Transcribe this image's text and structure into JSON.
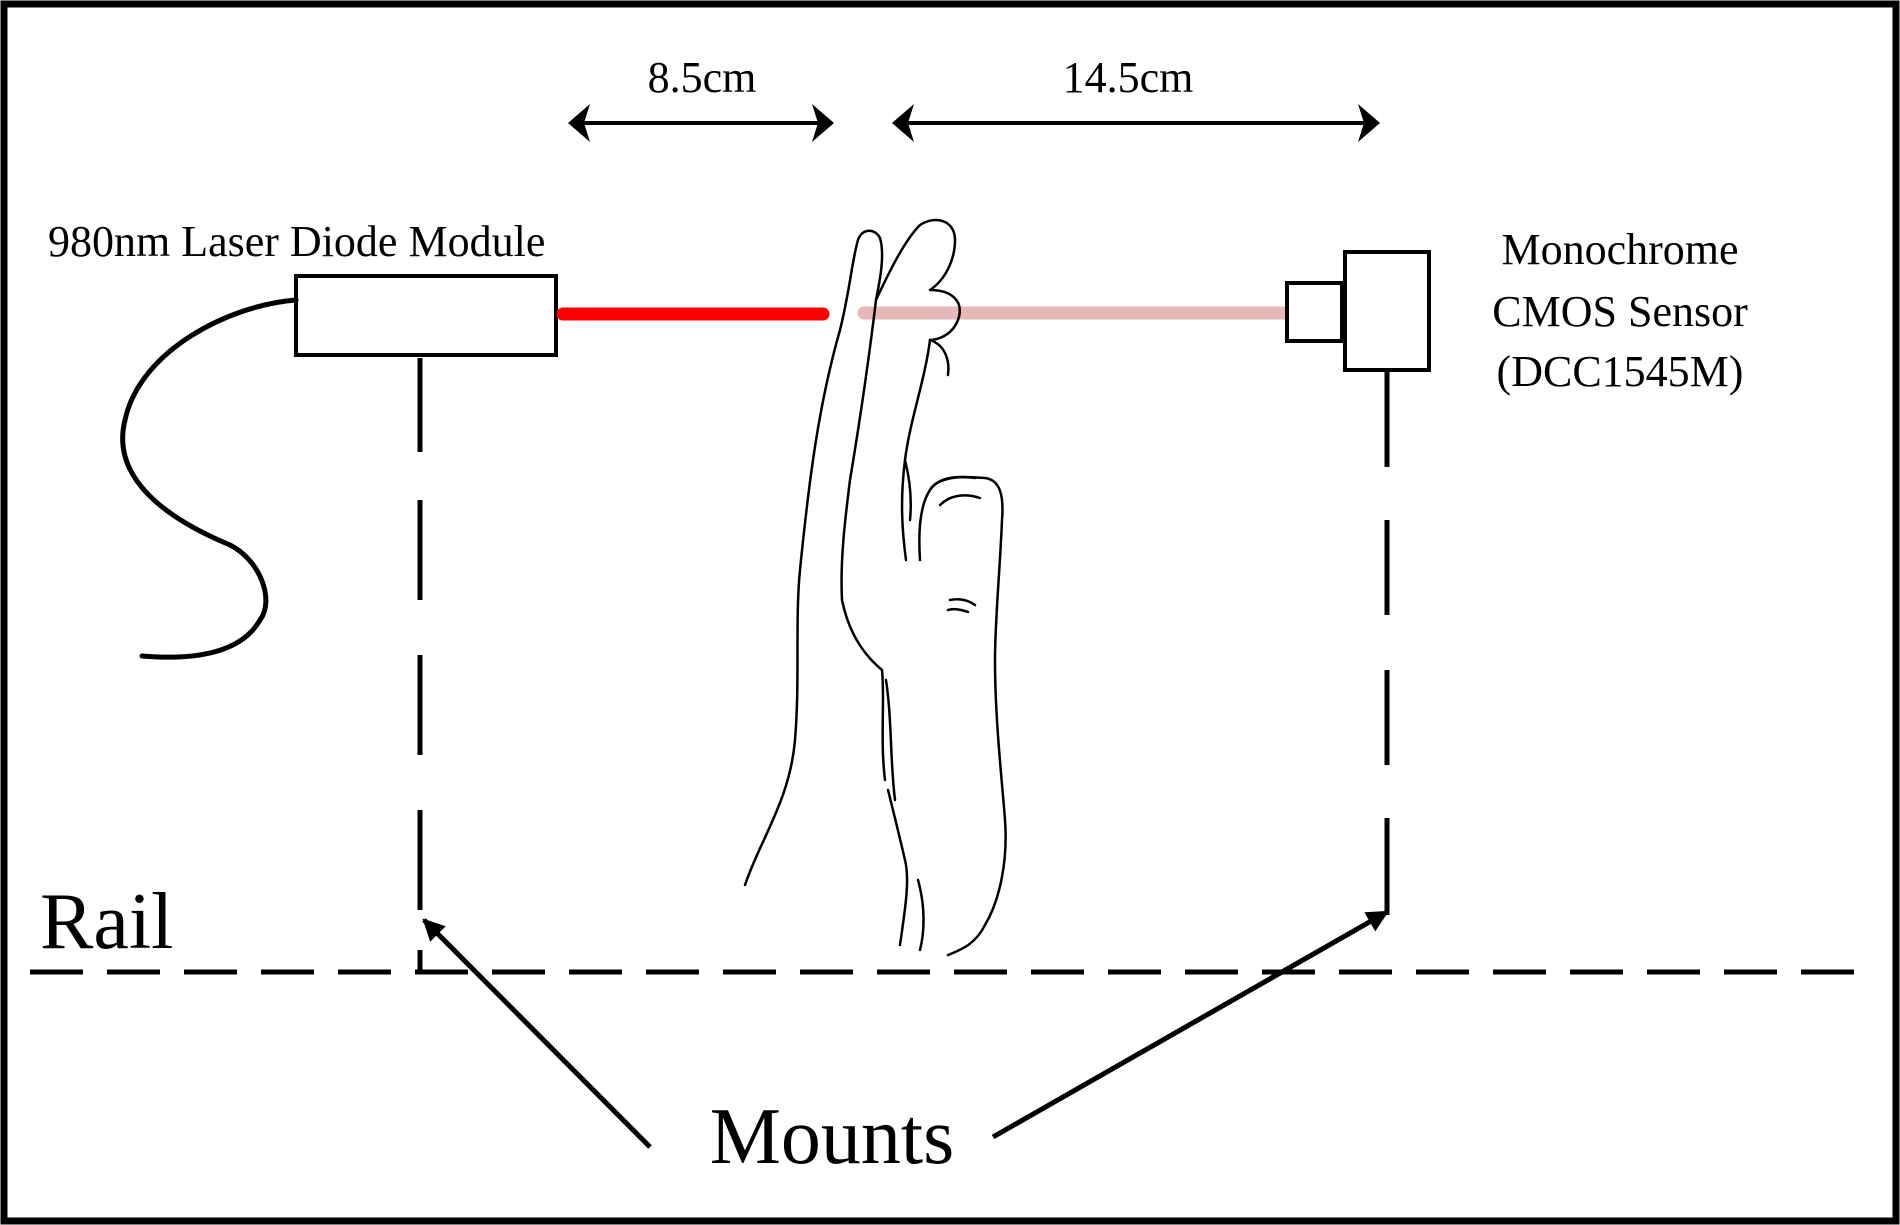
{
  "labels": {
    "distance_left": "8.5cm",
    "distance_right": "14.5cm",
    "laser": "980nm Laser Diode Module",
    "sensor_line1": "Monochrome",
    "sensor_line2": "CMOS Sensor",
    "sensor_line3": "(DCC1545M)",
    "rail": "Rail",
    "mounts": "Mounts"
  },
  "colors": {
    "ink": "#000000",
    "laser_beam": "#ff0000",
    "transmitted_beam": "#e6b8b7",
    "background": "#ffffff"
  }
}
